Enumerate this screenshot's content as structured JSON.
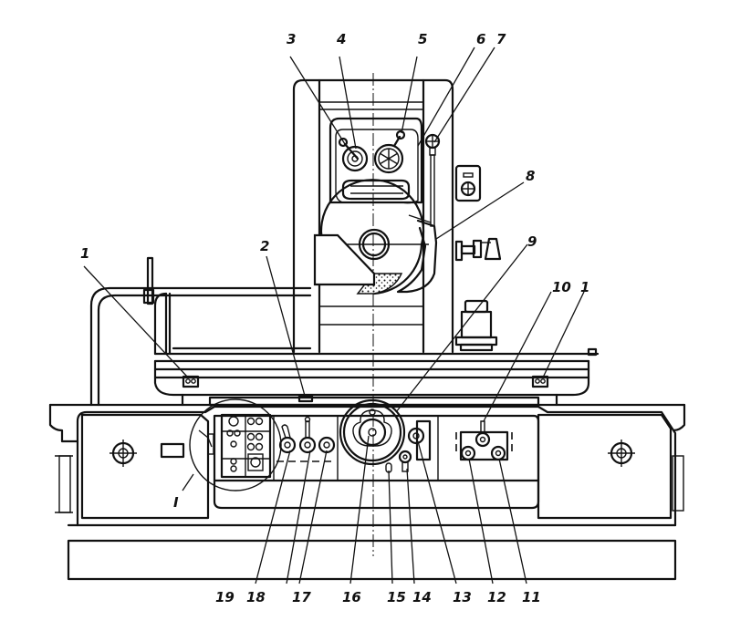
{
  "figure": {
    "subject": "Surface grinding machine — general view with control elements",
    "callouts": [
      {
        "id": "1a",
        "text": "1"
      },
      {
        "id": "1b",
        "text": "1"
      },
      {
        "id": "2",
        "text": "2"
      },
      {
        "id": "3",
        "text": "3"
      },
      {
        "id": "4",
        "text": "4"
      },
      {
        "id": "5",
        "text": "5"
      },
      {
        "id": "6",
        "text": "6"
      },
      {
        "id": "7",
        "text": "7"
      },
      {
        "id": "8",
        "text": "8"
      },
      {
        "id": "9",
        "text": "9"
      },
      {
        "id": "10",
        "text": "10"
      },
      {
        "id": "11",
        "text": "11"
      },
      {
        "id": "12",
        "text": "12"
      },
      {
        "id": "13",
        "text": "13"
      },
      {
        "id": "14",
        "text": "14"
      },
      {
        "id": "15",
        "text": "15"
      },
      {
        "id": "16",
        "text": "16"
      },
      {
        "id": "17",
        "text": "17"
      },
      {
        "id": "18",
        "text": "18"
      },
      {
        "id": "19",
        "text": "19"
      },
      {
        "id": "I",
        "text": "I"
      }
    ]
  }
}
